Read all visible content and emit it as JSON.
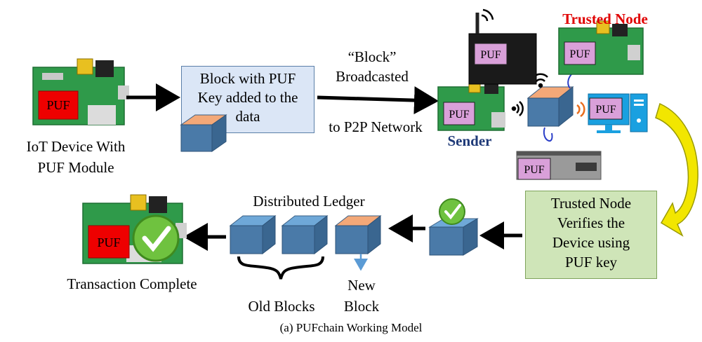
{
  "device_labels": {
    "puf": "PUF"
  },
  "iot_device": {
    "line1": "IoT Device With",
    "line2": "PUF Module"
  },
  "block_box": {
    "line1": "Block with PUF",
    "line2": "Key added to the",
    "line3": "data"
  },
  "broadcast": {
    "line1": "“Block”",
    "line2": "Broadcasted",
    "line3": "to P2P Network"
  },
  "sender_label": "Sender",
  "trusted_node_label": "Trusted Node",
  "verify_box": {
    "line1": "Trusted Node",
    "line2": "Verifies the",
    "line3": "Device using",
    "line4": "PUF key"
  },
  "ledger": {
    "title": "Distributed Ledger",
    "old_blocks": "Old Blocks",
    "new_block_line1": "New",
    "new_block_line2": "Block"
  },
  "transaction_label": "Transaction Complete",
  "caption": "(a) PUFchain Working Model",
  "colors": {
    "board_green": "#2f9a4a",
    "puf_red": "#ee0000",
    "puf_pink": "#d9a0d9",
    "cube_side": "#4a7aa8",
    "cube_top_new": "#f3a878",
    "trusted_red": "#e00000",
    "sender_navy": "#1f3a78",
    "check_green": "#6fc23f",
    "yellow_arrow": "#f2e600"
  }
}
